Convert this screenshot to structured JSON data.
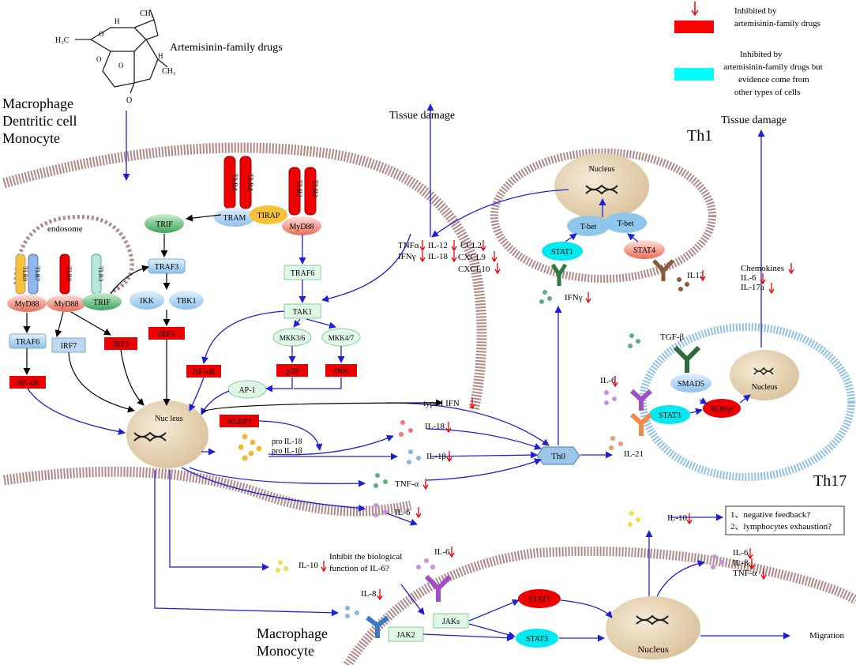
{
  "drug": {
    "title": "Artemisinin-family drugs",
    "atoms": {
      "h3c_left": "H₃C",
      "ch3_top": "CH₃",
      "ch3_right": "CH₃",
      "h_top": "H",
      "h_right": "H",
      "o_bottom": "O",
      "o_ring1": "O",
      "o_ring2": "O",
      "o_ring3": "O"
    }
  },
  "legend": {
    "red": {
      "line1": "Inhibited by",
      "line2": "artemisinin-family drugs",
      "color": "#ff0000"
    },
    "cyan": {
      "line1": "Inhibited by",
      "line2": "artemisinin-family drugs but",
      "line3": "evidence come from",
      "line4": "other types of cells",
      "color": "#00ffff"
    }
  },
  "cells": {
    "macro1": {
      "line1": "Macrophage",
      "line2": "Dentritic cell",
      "line3": "Monocyte"
    },
    "macro2": {
      "line1": "Macrophage",
      "line2": "Monocyte"
    },
    "th1": "Th1",
    "th17": "Th17",
    "endosome": "endosome"
  },
  "nodes": {
    "tlr4a": "TLR4",
    "tlr4b": "TLR4",
    "tlr2a": "TLR2",
    "tlr2b": "TLR2",
    "tlr9": "TLR9",
    "tlr7": "TLR7",
    "tlr8": "TLR8",
    "tlr3": "TLR3",
    "tram": "TRAM",
    "tirap": "TIRAP",
    "myd88_top": "MyD88",
    "trif_top": "TRIF",
    "traf3": "TRAF3",
    "ikk": "IKK",
    "tbk1": "TBK1",
    "irf3_mid": "IRF3",
    "myd88_a": "MyD88",
    "myd88_b": "MyD88",
    "trif_low": "TRIF",
    "traf6_left": "TRAF6",
    "irf7": "IRF7",
    "irf3_left": "IRF3",
    "nfkb_left": "NF-κB",
    "traf6_mid": "TRAF6",
    "tak1": "TAK1",
    "mkk36": "MKK3/6",
    "mkk47": "MKK4/7",
    "p38": "p38",
    "jnk": "JNK",
    "nfkb_mid": "NF-κB",
    "ap1": "AP-1",
    "nucleus_main": "Nuc leus",
    "nlrp3": "NLRP3",
    "pro_il18": "pro IL-18",
    "pro_il1b": "pro IL-1β",
    "th0": "Th0",
    "nucleus_th1": "Nucleus",
    "tbet1": "T-bet",
    "tbet2": "T-bet",
    "stat1_th1": "STAT1",
    "stat4": "STAT4",
    "smad5": "SMAD5",
    "stat3_th17": "STAT3",
    "rorgt": "RORγt",
    "nucleus_th17": "Nucleus",
    "jaks": "JAKs",
    "jak2": "JAK2",
    "stat1_low": "STAT1",
    "stat3_low": "STAT3",
    "nucleus_low": "Nucleus"
  },
  "labels": {
    "tissue_damage_1": "Tissue damage",
    "tissue_damage_2": "Tissue damage",
    "tnfa": "TNFα",
    "ifng": "IFNγ",
    "il12": "IL-12",
    "il18": "IL-18",
    "ccl2": "CCL2",
    "cxcl9": "CXCL9",
    "cxcl10": "CXCL10",
    "typei_ifn": "type I IFN",
    "il18_cyt": "IL-18",
    "il1b_cyt": "IL-1β",
    "tnfa_cyt": "TNF-α",
    "il6_cyt": "IL-6",
    "il12_th1": "IL12",
    "ifng_th1": "IFNγ",
    "chemokines": "Chemokines",
    "il6_th17": "IL-6",
    "il17a": "IL-17a",
    "tgfb": "TGF-β",
    "il6_rec": "IL-6",
    "il21": "IL-21",
    "il10_top": "IL-10",
    "feedback1": "1、negative feedback?",
    "feedback2": "2、lymphocytes exhaustion?",
    "il6_out": "IL-6",
    "il_b_out": "IL-β",
    "tnfa_out": "TNF-α",
    "il6_lower": "IL-6",
    "il10_lower": "IL-10",
    "inhibit_line1": "Inhibit the biological",
    "inhibit_line2": "function of IL-6?",
    "il8": "IL-8",
    "migration": "Migration"
  }
}
